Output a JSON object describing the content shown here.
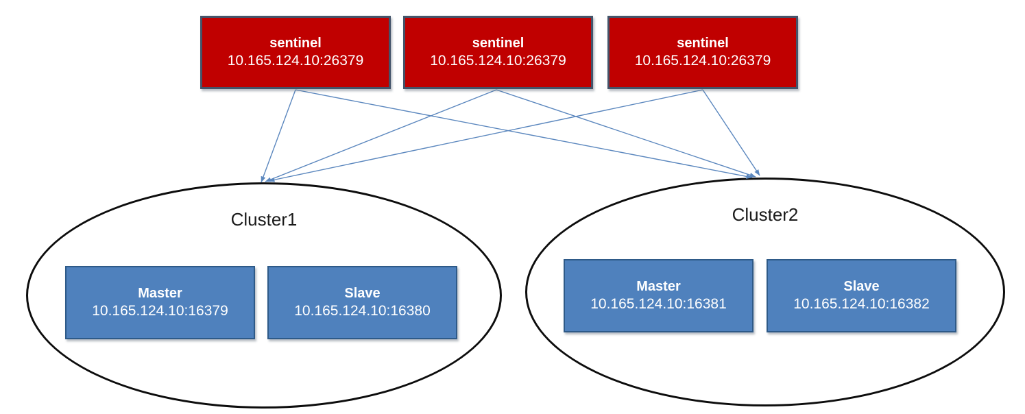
{
  "colors": {
    "sentinel-fill": "#c00000",
    "sentinel-border": "#44546a",
    "node-fill": "#4f81bd",
    "node-border": "#2e5a88",
    "arrow": "#5b87be",
    "ellipse-border": "#0d0d0d",
    "label-text": "#1a1a1a",
    "box-text": "#ffffff",
    "background": "#ffffff"
  },
  "sentinels": [
    {
      "role": "sentinel",
      "address": "10.165.124.10:26379"
    },
    {
      "role": "sentinel",
      "address": "10.165.124.10:26379"
    },
    {
      "role": "sentinel",
      "address": "10.165.124.10:26379"
    }
  ],
  "clusters": [
    {
      "name": "Cluster1",
      "nodes": [
        {
          "role": "Master",
          "address": "10.165.124.10:16379"
        },
        {
          "role": "Slave",
          "address": "10.165.124.10:16380"
        }
      ]
    },
    {
      "name": "Cluster2",
      "nodes": [
        {
          "role": "Master",
          "address": "10.165.124.10:16381"
        },
        {
          "role": "Slave",
          "address": "10.165.124.10:16382"
        }
      ]
    }
  ],
  "connections": [
    {
      "from": "sentinel-1",
      "to": "Cluster1"
    },
    {
      "from": "sentinel-1",
      "to": "Cluster2"
    },
    {
      "from": "sentinel-2",
      "to": "Cluster1"
    },
    {
      "from": "sentinel-2",
      "to": "Cluster2"
    },
    {
      "from": "sentinel-3",
      "to": "Cluster1"
    },
    {
      "from": "sentinel-3",
      "to": "Cluster2"
    }
  ]
}
